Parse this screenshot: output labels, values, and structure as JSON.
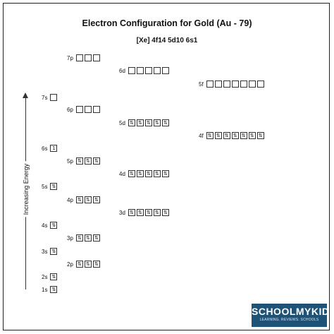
{
  "title": "Electron Configuration for Gold (Au - 79)",
  "configuration": "[Xe] 4f14 5d10 6s1",
  "axis_label": "Increasing Energy",
  "orbitals": [
    {
      "label": "1s",
      "boxes": [
        "⇅"
      ]
    },
    {
      "label": "2s",
      "boxes": [
        "⇅"
      ]
    },
    {
      "label": "2p",
      "boxes": [
        "⇅",
        "⇅",
        "⇅"
      ]
    },
    {
      "label": "3s",
      "boxes": [
        "⇅"
      ]
    },
    {
      "label": "3p",
      "boxes": [
        "⇅",
        "⇅",
        "⇅"
      ]
    },
    {
      "label": "4s",
      "boxes": [
        "⇅"
      ]
    },
    {
      "label": "3d",
      "boxes": [
        "⇅",
        "⇅",
        "⇅",
        "⇅",
        "⇅"
      ]
    },
    {
      "label": "4p",
      "boxes": [
        "⇅",
        "⇅",
        "⇅"
      ]
    },
    {
      "label": "5s",
      "boxes": [
        "⇅"
      ]
    },
    {
      "label": "4d",
      "boxes": [
        "⇅",
        "⇅",
        "⇅",
        "⇅",
        "⇅"
      ]
    },
    {
      "label": "5p",
      "boxes": [
        "⇅",
        "⇅",
        "⇅"
      ]
    },
    {
      "label": "6s",
      "boxes": [
        "1"
      ]
    },
    {
      "label": "4f",
      "boxes": [
        "⇅",
        "⇅",
        "⇅",
        "⇅",
        "⇅",
        "⇅",
        "⇅"
      ]
    },
    {
      "label": "5d",
      "boxes": [
        "⇅",
        "⇅",
        "⇅",
        "⇅",
        "⇅"
      ]
    },
    {
      "label": "6p",
      "boxes": [
        "",
        "",
        ""
      ]
    },
    {
      "label": "7s",
      "boxes": [
        ""
      ]
    },
    {
      "label": "5f",
      "boxes": [
        "",
        "",
        "",
        "",
        "",
        "",
        ""
      ]
    },
    {
      "label": "6d",
      "boxes": [
        "",
        "",
        "",
        "",
        ""
      ]
    },
    {
      "label": "7p",
      "boxes": [
        "",
        "",
        ""
      ]
    }
  ],
  "logo": {
    "name": "SCHOOLMYKIDS",
    "tagline": "LEARNING. REVIEWS. SCHOOLS"
  }
}
